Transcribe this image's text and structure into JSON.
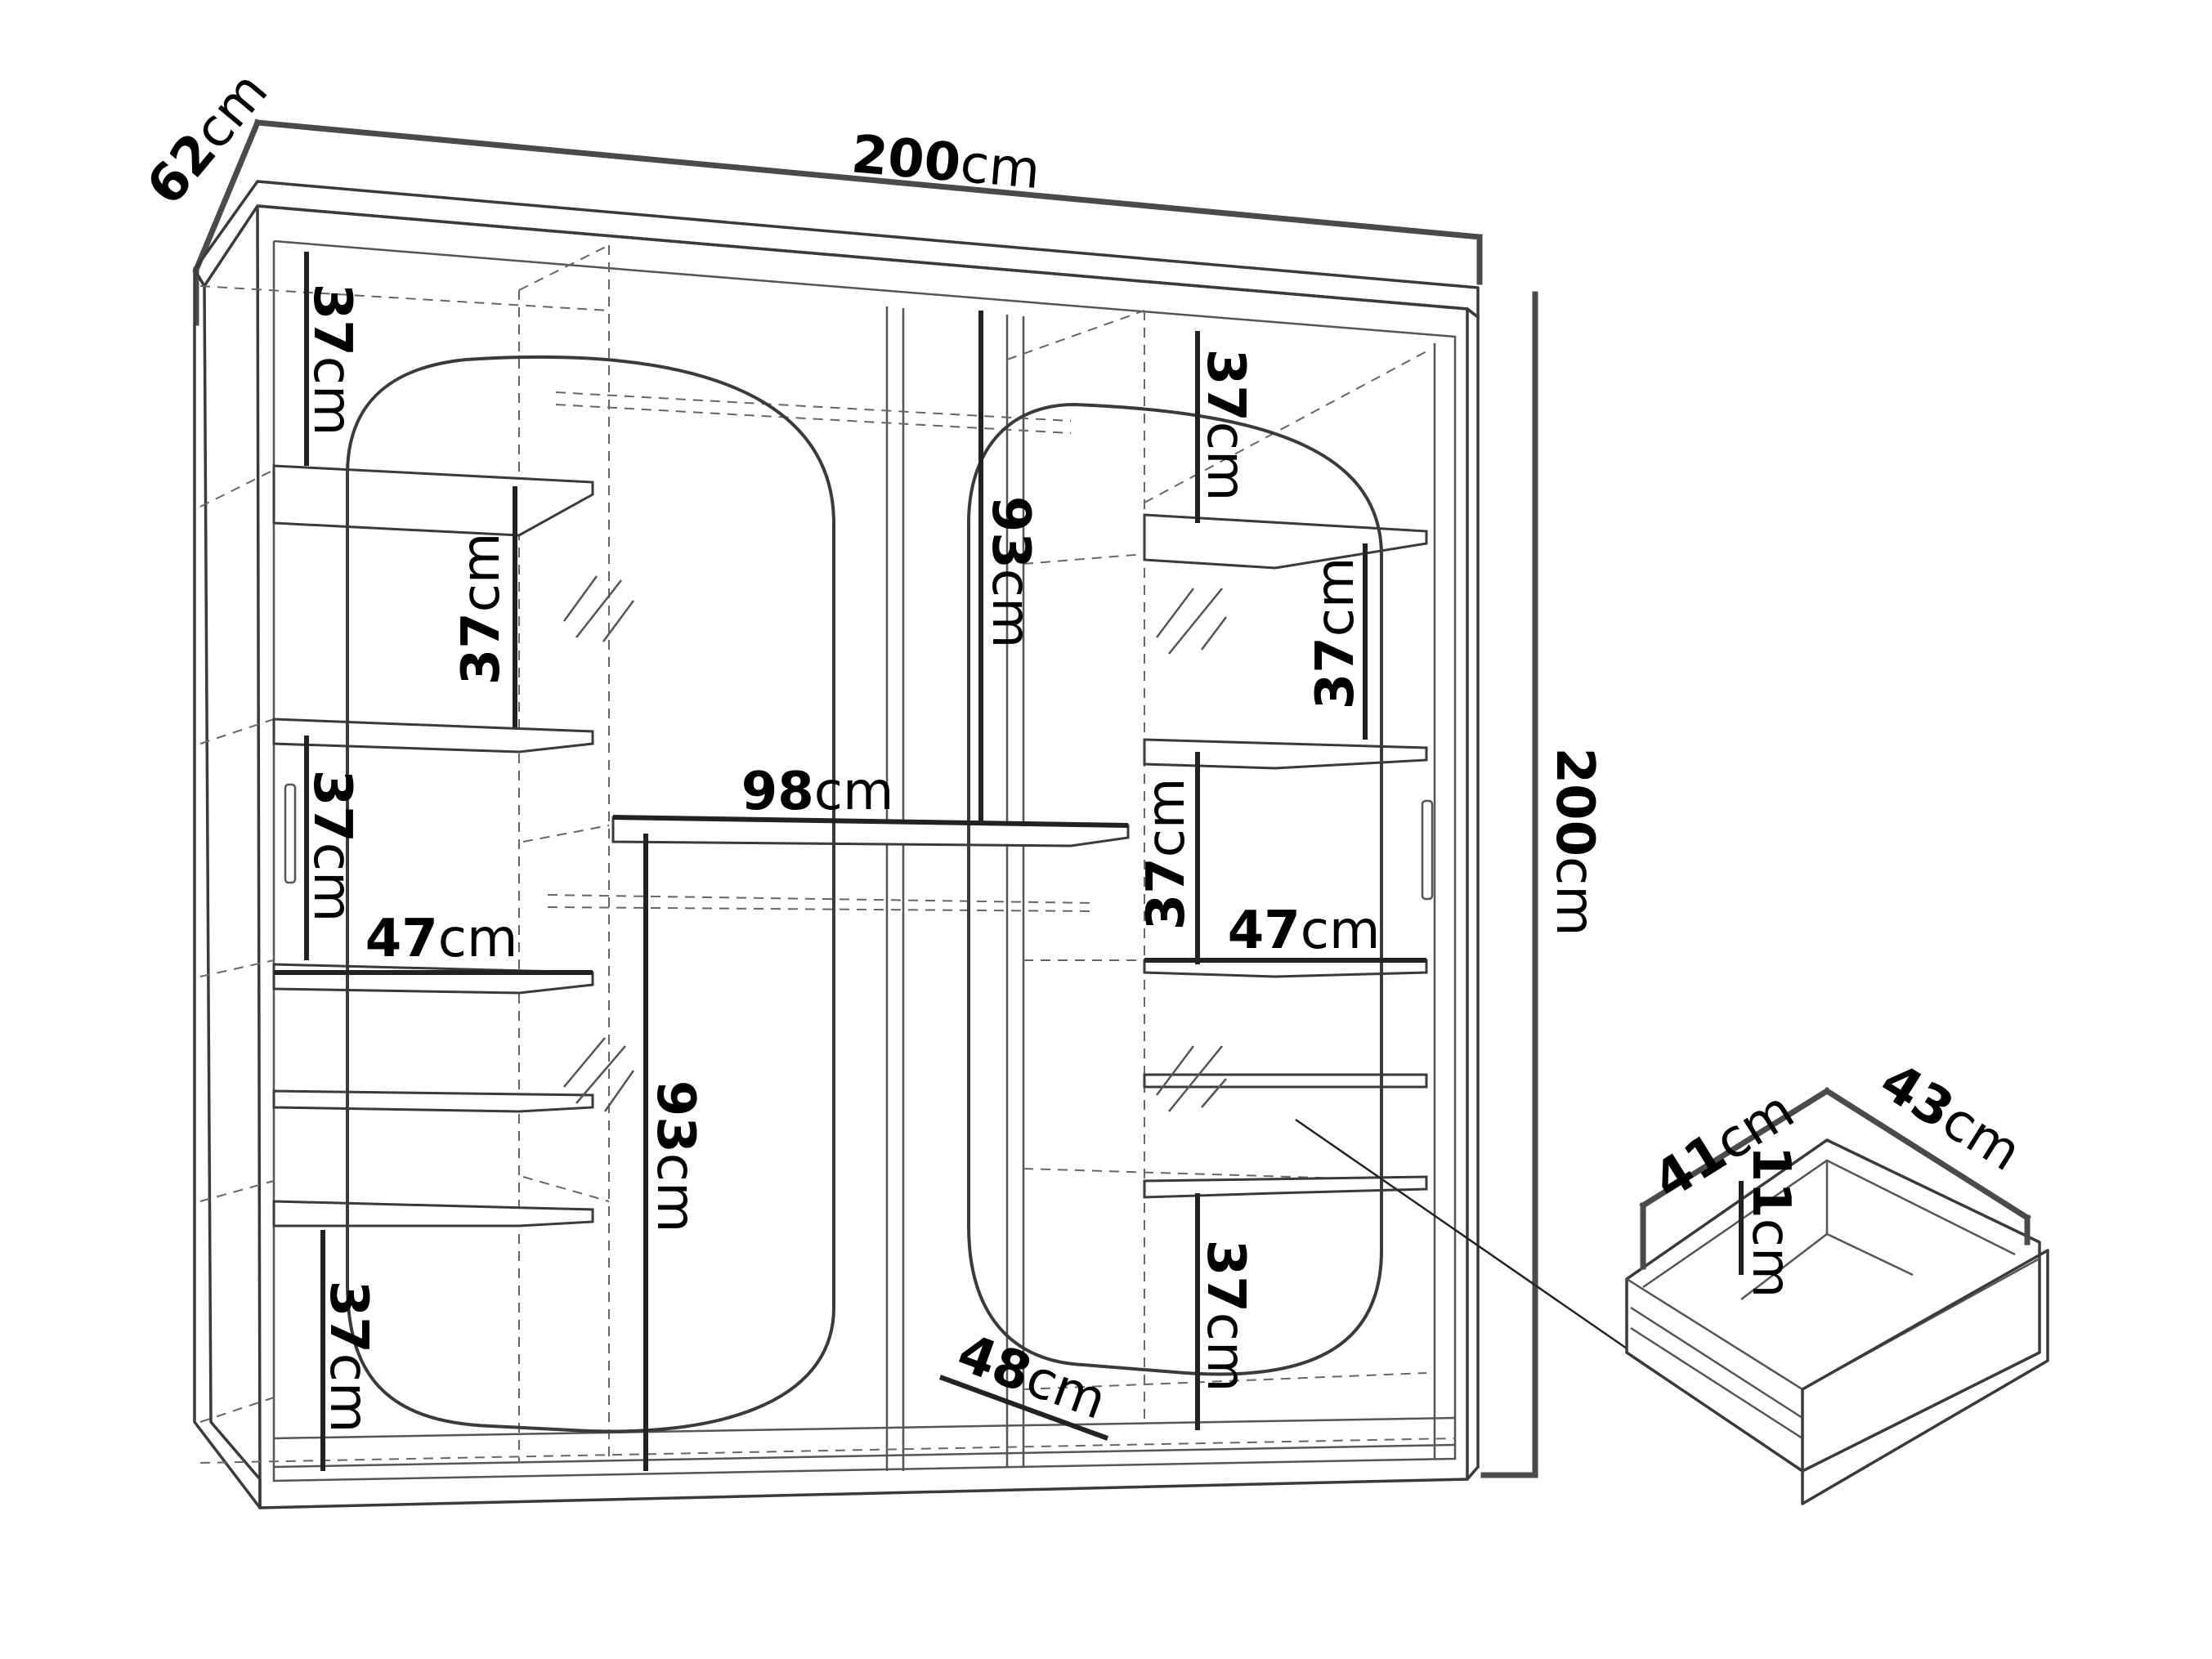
{
  "product": "sliding-door wardrobe with drawer",
  "unit_label": "cm",
  "overall": {
    "width": "200",
    "height": "200",
    "depth": "62"
  },
  "inner_left": {
    "top_compartment": "37",
    "upper_mid_compartment": "37",
    "lower_mid_compartment": "37",
    "bottom_compartment": "37",
    "shelf_width": "47"
  },
  "inner_center": {
    "upper_hanging": "93",
    "lower_hanging": "93",
    "rail_section_width": "98",
    "floor_depth": "48"
  },
  "inner_right": {
    "top_compartment": "37",
    "upper_mid_compartment": "37",
    "lower_mid_compartment": "37",
    "bottom_compartment": "37",
    "shelf_width": "47"
  },
  "drawer": {
    "width": "41",
    "depth": "43",
    "height": "11"
  },
  "icons": [
    "wardrobe-outline",
    "mirror-panel-left",
    "mirror-panel-right",
    "drawer-detail"
  ]
}
